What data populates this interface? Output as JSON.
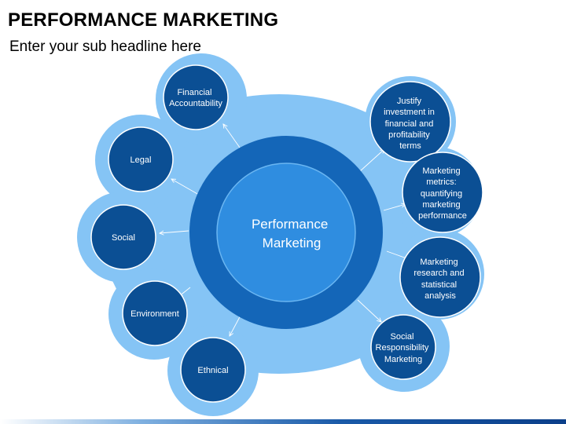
{
  "header": {
    "title": "PERFORMANCE MARKETING",
    "subtitle": "Enter your sub headline here"
  },
  "center": {
    "lines": [
      "Performance",
      "Marketing"
    ]
  },
  "nodes": [
    {
      "id": "financial-accountability",
      "lines": [
        "Financial",
        "Accountability"
      ]
    },
    {
      "id": "legal",
      "lines": [
        "Legal"
      ]
    },
    {
      "id": "social",
      "lines": [
        "Social"
      ]
    },
    {
      "id": "environment",
      "lines": [
        "Environment"
      ]
    },
    {
      "id": "ethnical",
      "lines": [
        "Ethnical"
      ]
    },
    {
      "id": "justify-investment",
      "lines": [
        "Justify",
        "investment in",
        "financial and",
        "profitability",
        "terms"
      ]
    },
    {
      "id": "marketing-metrics",
      "lines": [
        "Marketing",
        "metrics:",
        "quantifying",
        "marketing",
        "performance"
      ]
    },
    {
      "id": "marketing-research",
      "lines": [
        "Marketing",
        "research and",
        "statistical",
        "analysis"
      ]
    },
    {
      "id": "social-responsibility",
      "lines": [
        "Social",
        "Responsibility",
        "Marketing"
      ]
    }
  ],
  "colors": {
    "light_blue": "#85c4f5",
    "dark_blue": "#0f5fb0",
    "navy": "#0b4f94",
    "center_fill": "#2f8de0",
    "center_stroke": "#6ab6f2",
    "ring": "#1466b8"
  }
}
